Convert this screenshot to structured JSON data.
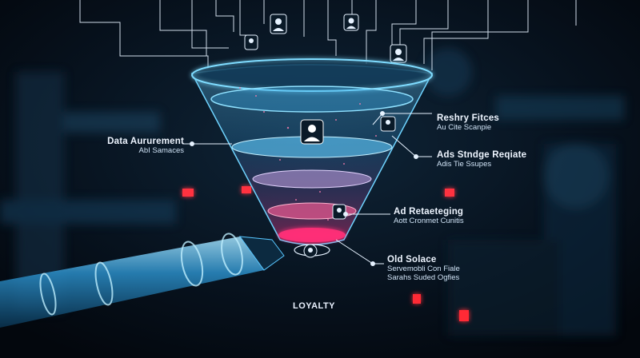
{
  "image": {
    "callouts": {
      "left": {
        "title": "Data Aururement",
        "subtitle": "AbI Samaces"
      },
      "right_top": {
        "title": "Reshry Fitces",
        "subtitle": "Au Cite Scanpie"
      },
      "right_mid": {
        "title": "Ads Stndge Reqiate",
        "subtitle": "Adis Tie Ssupes"
      },
      "ad_retargeting": {
        "title": "Ad Retaeteging",
        "subtitle": "Aott Cronmet Cunitis"
      },
      "old_solace": {
        "title": "Old Solace",
        "lines": [
          "Servemobli Con Fiale",
          "Sarahs Suded Ogfies"
        ]
      }
    },
    "bottom_label": "LOYALTY"
  },
  "colors": {
    "background": "#050b14",
    "funnel_glow": "#3fb6ff",
    "accent_pink": "#ff3d8b",
    "text": "#eef5ff"
  }
}
